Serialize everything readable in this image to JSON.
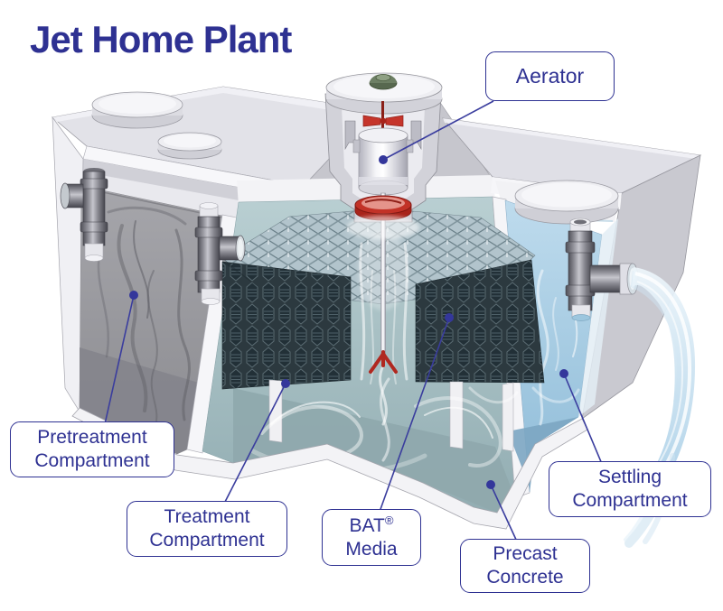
{
  "title": "Jet Home Plant",
  "labels": {
    "aerator": {
      "text": "Aerator"
    },
    "pretreatment": {
      "line1": "Pretreatment",
      "line2": "Compartment"
    },
    "treatment": {
      "line1": "Treatment",
      "line2": "Compartment"
    },
    "bat_media": {
      "word": "BAT",
      "reg_mark": "®",
      "line2": "Media"
    },
    "precast": {
      "line1": "Precast",
      "line2": "Concrete"
    },
    "settling": {
      "line1": "Settling",
      "line2": "Compartment"
    }
  },
  "colors": {
    "label_blue": "#2e3192",
    "leader_line_blue": "#3a3d9e",
    "concrete_light": "#e4e4ea",
    "concrete_shadow": "#c9c9d0",
    "cut_edge_white": "#f3f3f6",
    "pretreatment_water_gray": "#98989d",
    "treatment_water_teal": "#a3bcc0",
    "settling_water_blue": "#a5c8e0",
    "bat_media_dark": "#2c393f",
    "impeller_red": "#c23227",
    "vent_cap_green": "#5d6e52",
    "pipe_gray": "#86868e"
  },
  "illustration": {
    "description": "Cutaway diagram of a Jet home wastewater treatment plant tank",
    "parts": [
      "aerator-assembly",
      "pretreatment-compartment",
      "treatment-compartment",
      "bat-media-blocks",
      "settling-compartment",
      "precast-concrete-tank",
      "inlet-tee-pipe",
      "transfer-tee-pipe",
      "outlet-tee-pipe",
      "effluent-stream",
      "access-lids"
    ]
  }
}
